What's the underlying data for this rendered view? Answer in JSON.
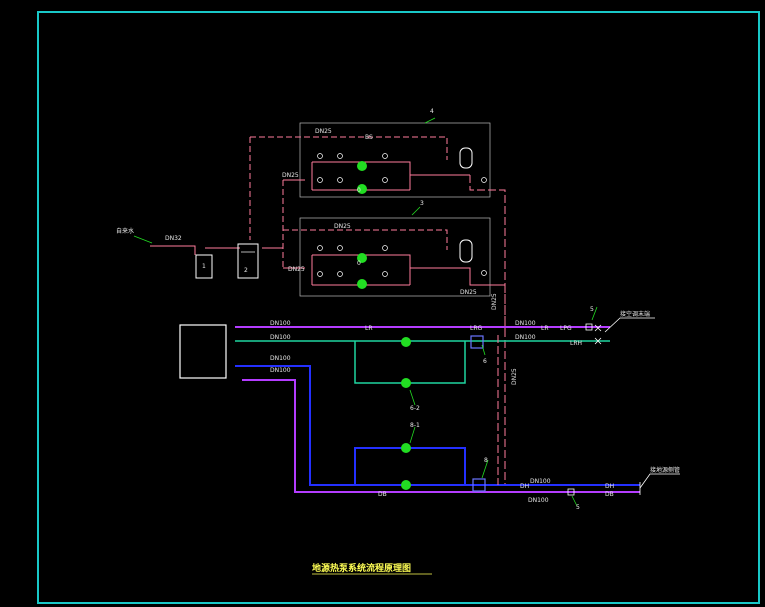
{
  "title": "地源热泵系统流程原理图",
  "colors": {
    "frame": "#19c8c8",
    "pink": "#ff7b9c",
    "purple": "#b43cff",
    "teal": "#1fd6a0",
    "blue": "#2430ff",
    "green": "#22dd22",
    "white": "#ffffff",
    "title": "#ffff55"
  },
  "labels": {
    "dn25_a": "DN25",
    "dn25_b": "DN25",
    "dn25_c": "DN25",
    "dn25_d": "DN25",
    "dn25_e": "DN25",
    "dn25_f": "DN25",
    "dn25_v": "DN25",
    "dn32": "DN32",
    "inlet": "自来水",
    "dn100_1": "DN100",
    "dn100_2": "DN100",
    "dn100_3": "DN100",
    "dn100_4": "DN100",
    "dn100_r1": "DN100",
    "dn100_r2": "DN100",
    "dn100_r3": "DN100",
    "dn100_r4": "DN100",
    "lr_1": "LR",
    "lr_2": "LR",
    "lrg": "LRG",
    "lrh": "LRH",
    "lpg": "LPG",
    "dh_1": "DH",
    "dh_2": "DH",
    "db_1": "DB",
    "db_2": "DB",
    "bs": "BS",
    "tag_1": "1",
    "tag_2": "2",
    "tag_3": "3",
    "tag_4": "4",
    "tag_5a": "5",
    "tag_5b": "5",
    "tag_6": "6",
    "tag_8": "8",
    "tag_6_2": "6-2",
    "tag_8_1": "8-1",
    "user_top": "接空调末端",
    "user_bot": "接地源侧管",
    "pump_1": "0",
    "pump_2": "0"
  }
}
